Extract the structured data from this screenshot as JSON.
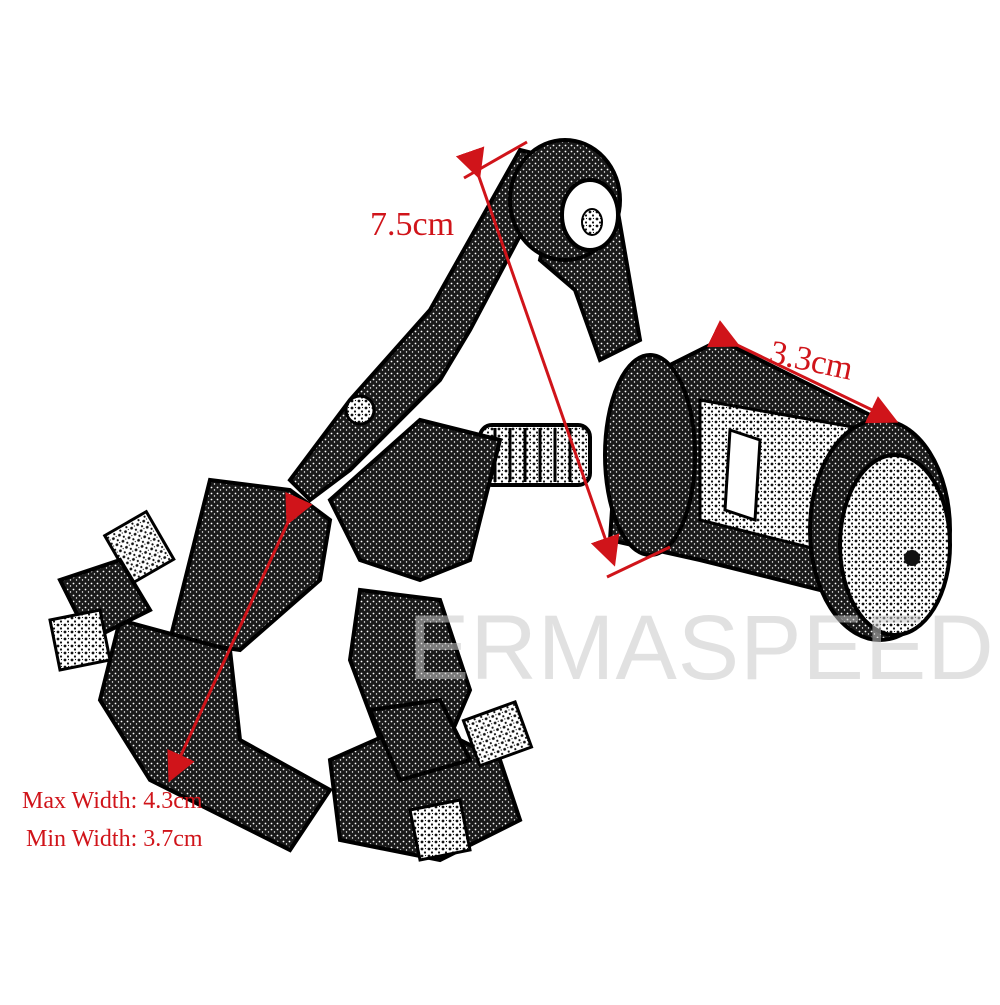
{
  "product_image": {
    "dimensions": {
      "length": "7.5cm",
      "peg_diameter": "3.3cm",
      "max_width": "Max Width: 4.3cm",
      "min_width": "Min Width: 3.7cm"
    },
    "watermark": "ERMASPEED",
    "colors": {
      "annotation": "#d0141a",
      "line_art": "#111111",
      "background": "#ffffff",
      "watermark": "#c8c8c8"
    }
  }
}
